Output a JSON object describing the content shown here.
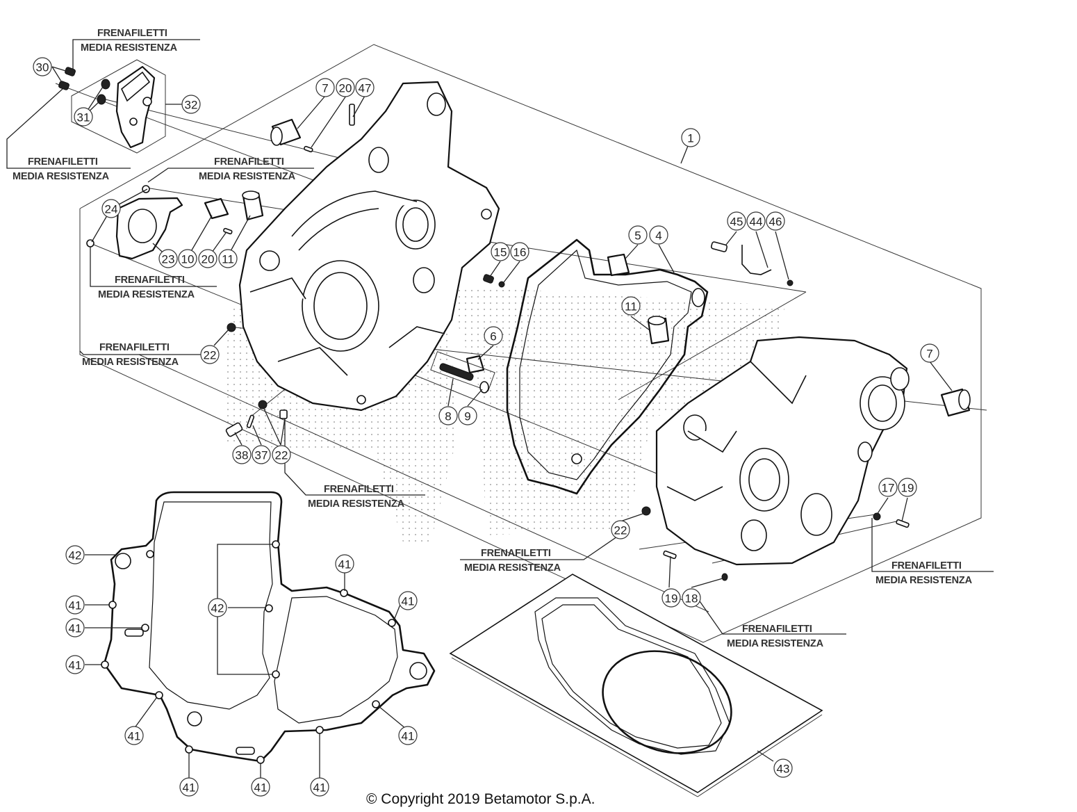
{
  "diagram": {
    "title": "Engine crankcase exploded view",
    "copyright": "© Copyright 2019 Betamotor S.p.A.",
    "threadlocker_note": {
      "line1": "FRENAFILETTI",
      "line2": "MEDIA RESISTENZA"
    },
    "callouts": [
      {
        "id": "c30",
        "label": "30"
      },
      {
        "id": "c31",
        "label": "31"
      },
      {
        "id": "c32",
        "label": "32"
      },
      {
        "id": "c7a",
        "label": "7"
      },
      {
        "id": "c20a",
        "label": "20"
      },
      {
        "id": "c47",
        "label": "47"
      },
      {
        "id": "c1",
        "label": "1"
      },
      {
        "id": "c24",
        "label": "24"
      },
      {
        "id": "c23",
        "label": "23"
      },
      {
        "id": "c10",
        "label": "10"
      },
      {
        "id": "c20b",
        "label": "20"
      },
      {
        "id": "c11a",
        "label": "11"
      },
      {
        "id": "c5",
        "label": "5"
      },
      {
        "id": "c4",
        "label": "4"
      },
      {
        "id": "c45",
        "label": "45"
      },
      {
        "id": "c44",
        "label": "44"
      },
      {
        "id": "c46",
        "label": "46"
      },
      {
        "id": "c15",
        "label": "15"
      },
      {
        "id": "c16",
        "label": "16"
      },
      {
        "id": "c11b",
        "label": "11"
      },
      {
        "id": "c6",
        "label": "6"
      },
      {
        "id": "c8",
        "label": "8"
      },
      {
        "id": "c9",
        "label": "9"
      },
      {
        "id": "c22a",
        "label": "22"
      },
      {
        "id": "c38",
        "label": "38"
      },
      {
        "id": "c37",
        "label": "37"
      },
      {
        "id": "c22b",
        "label": "22"
      },
      {
        "id": "c7b",
        "label": "7"
      },
      {
        "id": "c17",
        "label": "17"
      },
      {
        "id": "c19a",
        "label": "19"
      },
      {
        "id": "c22c",
        "label": "22"
      },
      {
        "id": "c19b",
        "label": "19"
      },
      {
        "id": "c18",
        "label": "18"
      },
      {
        "id": "c42a",
        "label": "42"
      },
      {
        "id": "c42b",
        "label": "42"
      },
      {
        "id": "c41a",
        "label": "41"
      },
      {
        "id": "c41b",
        "label": "41"
      },
      {
        "id": "c41c",
        "label": "41"
      },
      {
        "id": "c41d",
        "label": "41"
      },
      {
        "id": "c41e",
        "label": "41"
      },
      {
        "id": "c41f",
        "label": "41"
      },
      {
        "id": "c41g",
        "label": "41"
      },
      {
        "id": "c41h",
        "label": "41"
      },
      {
        "id": "c41i",
        "label": "41"
      },
      {
        "id": "c41j",
        "label": "41"
      },
      {
        "id": "c43",
        "label": "43"
      }
    ]
  }
}
